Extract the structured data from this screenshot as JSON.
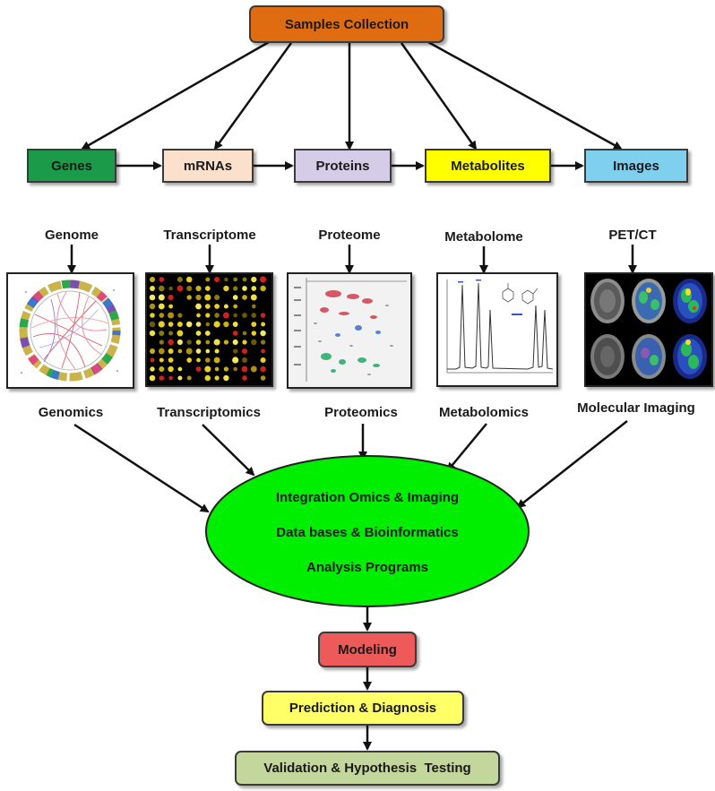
{
  "top": {
    "label": "Samples Collection",
    "color": "#e06c12"
  },
  "row_boxes": [
    {
      "label": "Genes",
      "color": "#1b9a4a",
      "text_color": "#111111"
    },
    {
      "label": "mRNAs",
      "color": "#fbe0cc",
      "text_color": "#1a1a1a"
    },
    {
      "label": "Proteins",
      "color": "#d5cde8",
      "text_color": "#1a1a1a"
    },
    {
      "label": "Metabolites",
      "color": "#ffff00",
      "text_color": "#1a1a1a"
    },
    {
      "label": "Images",
      "color": "#7fd0ef",
      "text_color": "#1a1a1a"
    }
  ],
  "ome_labels": [
    "Genome",
    "Transcriptome",
    "Proteome",
    "Metabolome",
    "PET/CT"
  ],
  "panels": [
    {
      "icon": "circos-plot-icon"
    },
    {
      "icon": "microarray-icon"
    },
    {
      "icon": "2d-gel-electrophoresis-icon"
    },
    {
      "icon": "chromatogram-icon"
    },
    {
      "icon": "pet-ct-brain-scan-icon"
    }
  ],
  "omics_labels": [
    "Genomics",
    "Transcriptomics",
    "Proteomics",
    "Metabolomics",
    "Molecular Imaging"
  ],
  "integration": {
    "lines": [
      "Integration Omics & Imaging",
      "Data bases & Bioinformatics",
      "Analysis Programs"
    ],
    "color": "#00ee00"
  },
  "steps": [
    {
      "label": "Modeling",
      "color": "#ee5a5a"
    },
    {
      "label": "Prediction & Diagnosis",
      "color": "#ffff66"
    },
    {
      "label": "Validation & Hypothesis  Testing",
      "color": "#c3d69b"
    }
  ]
}
